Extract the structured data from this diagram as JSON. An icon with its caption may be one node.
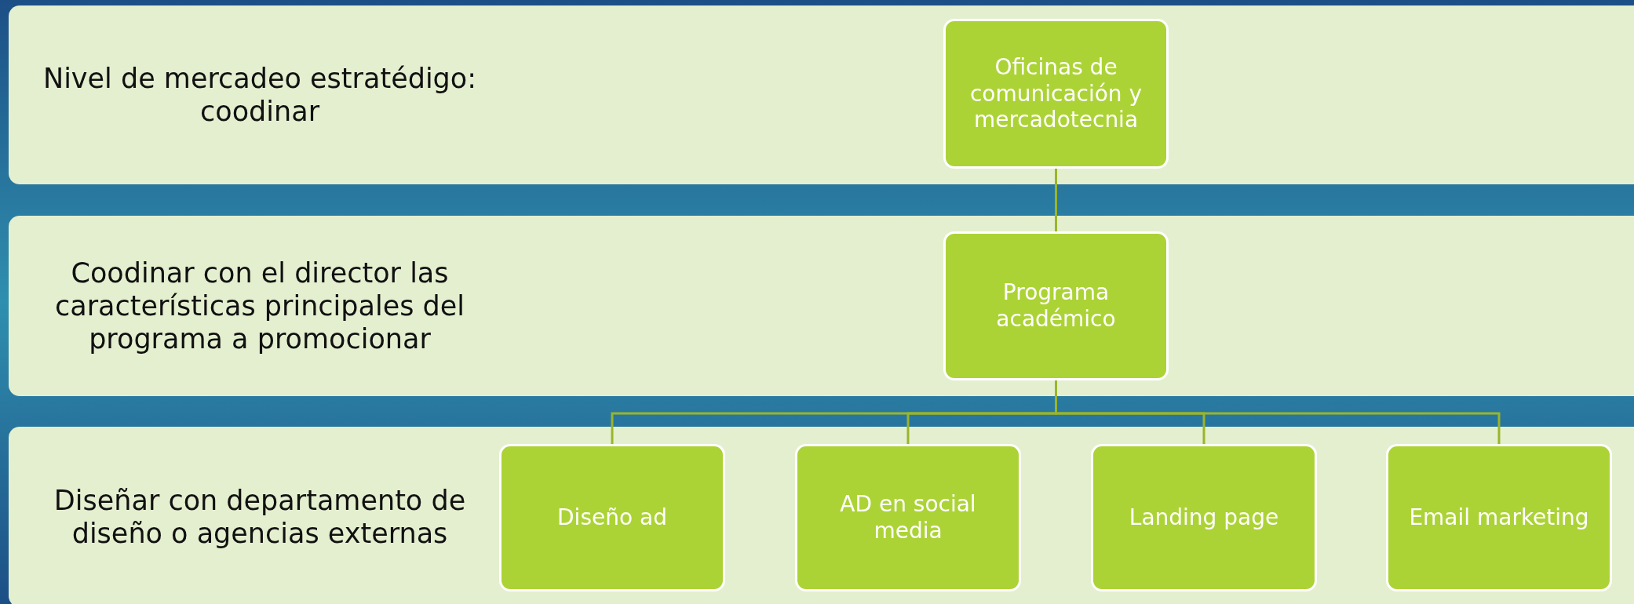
{
  "diagram": {
    "nodes": [
      {
        "text": [
          "Nivel de mercadeo estratédigo: coodinar"
        ]
      },
      {
        "text": [
          "Oficinas de comunicación y mercadotecnia"
        ],
        "in": 0
      },
      {
        "text": [
          "Coodinar con el director las características principales del programa a promocionar"
        ]
      },
      {
        "text": [
          "Programa académico"
        ],
        "in": 2
      },
      {
        "text": [
          "Diseñar con departamento de diseño o agencias externas"
        ]
      },
      {
        "text": [
          "Diseño ad"
        ],
        "in": 4
      },
      {
        "text": [
          "AD en social media"
        ],
        "in": 4
      },
      {
        "text": [
          "Landing page"
        ],
        "in": 4
      },
      {
        "text": [
          "Email marketing"
        ],
        "in": 4
      }
    ],
    "edges": [
      {
        "from": 1,
        "to": 3,
        "arrow": "none"
      },
      {
        "from": 3,
        "to": 5,
        "arrow": "none"
      },
      {
        "from": 3,
        "to": 6,
        "arrow": "none"
      },
      {
        "from": 3,
        "to": 7,
        "arrow": "none"
      },
      {
        "from": 3,
        "to": 8,
        "arrow": "none"
      }
    ]
  }
}
